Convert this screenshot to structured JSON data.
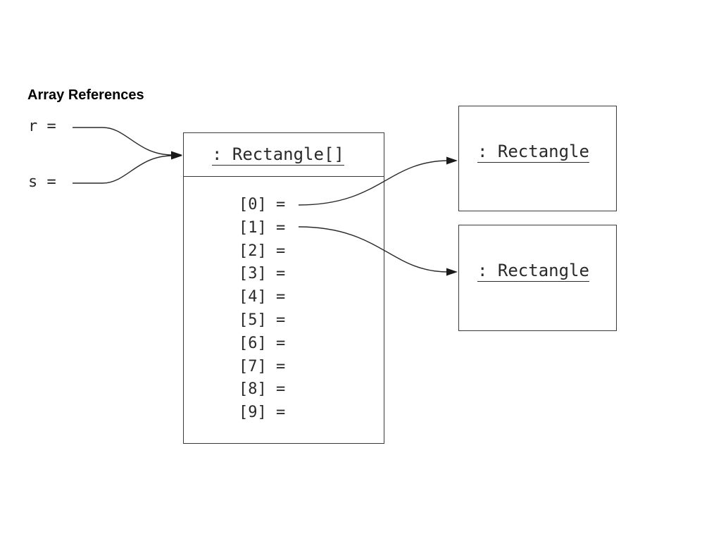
{
  "title": "Array References",
  "variables": [
    {
      "label": "r ="
    },
    {
      "label": "s ="
    }
  ],
  "array_object": {
    "title": ": Rectangle[]",
    "slots": [
      "[0] =",
      "[1] =",
      "[2] =",
      "[3] =",
      "[4] =",
      "[5] =",
      "[6] =",
      "[7] =",
      "[8] =",
      "[9] ="
    ]
  },
  "rectangle_objects": [
    {
      "title": ": Rectangle"
    },
    {
      "title": ": Rectangle"
    }
  ],
  "references": [
    {
      "from": "r",
      "to": "array_object"
    },
    {
      "from": "s",
      "to": "array_object"
    },
    {
      "from": "[0]",
      "to": "rectangle_objects.0"
    },
    {
      "from": "[1]",
      "to": "rectangle_objects.1"
    }
  ]
}
